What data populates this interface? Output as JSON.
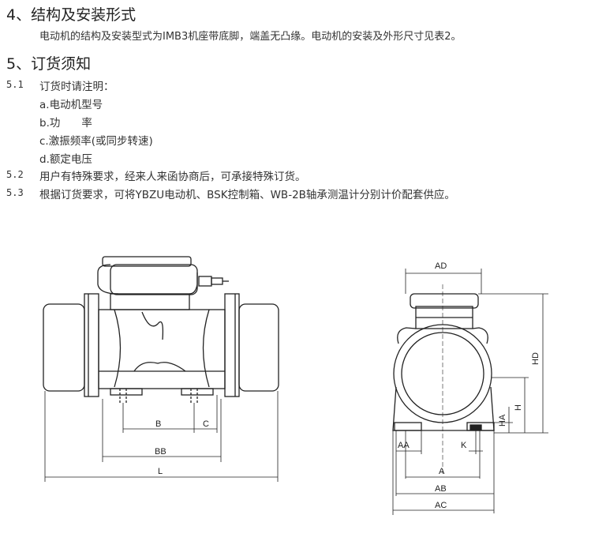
{
  "section4": {
    "heading": "4、结构及安装形式",
    "body": "电动机的结构及安装型式为IMB3机座带底脚，端盖无凸缘。电动机的安装及外形尺寸见表2。"
  },
  "section5": {
    "heading": "5、订货须知",
    "items": [
      {
        "num": "5.1",
        "text": "订货时请注明："
      },
      {
        "num": "",
        "text": "a.电动机型号"
      },
      {
        "num": "",
        "text": "b.功　　率"
      },
      {
        "num": "",
        "text": "c.激振频率(或同步转速)"
      },
      {
        "num": "",
        "text": "d.额定电压"
      },
      {
        "num": "5.2",
        "text": "用户有特殊要求，经来人来函协商后，可承接特殊订货。"
      },
      {
        "num": "5.3",
        "text": "根据订货要求，可将YBZU电动机、BSK控制箱、WB-2B轴承测温计分别计价配套供应。"
      }
    ]
  },
  "diagram": {
    "side_labels": {
      "b": "B",
      "c": "C",
      "bb": "BB",
      "l": "L"
    },
    "end_labels": {
      "ad": "AD",
      "hd": "HD",
      "h": "H",
      "ha": "HA",
      "aa": "AA",
      "k": "K",
      "a": "A",
      "ab": "AB",
      "ac": "AC"
    }
  }
}
